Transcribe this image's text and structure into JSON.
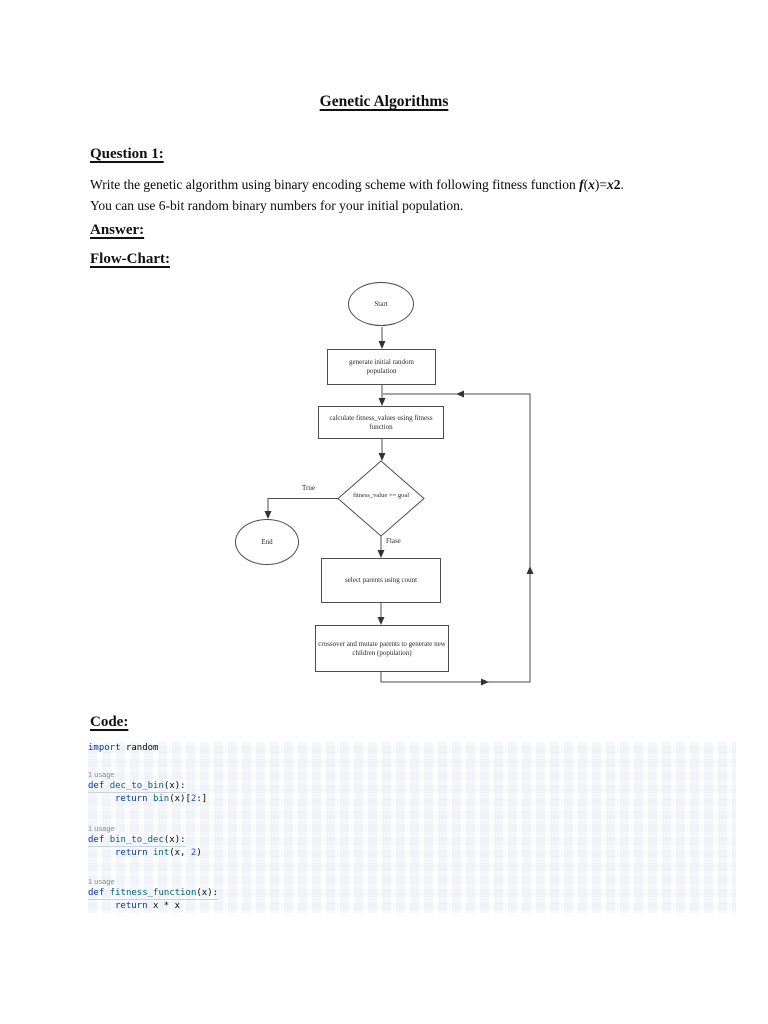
{
  "doc": {
    "title": "Genetic Algorithms",
    "question_heading": "Question 1:",
    "answer_heading": "Answer:",
    "flowchart_heading": "Flow-Chart:",
    "code_heading": "Code:",
    "question_line1_tokens": [
      {
        "t": "Write the genetic algorithm using binary encoding scheme with following fitness function ",
        "c": "plain"
      },
      {
        "t": "f",
        "c": "bi"
      },
      {
        "t": "(",
        "c": "plain"
      },
      {
        "t": "x",
        "c": "bi"
      },
      {
        "t": ")=",
        "c": "plain"
      },
      {
        "t": "x",
        "c": "bi"
      },
      {
        "t": "2",
        "c": "b"
      },
      {
        "t": ".",
        "c": "plain"
      }
    ],
    "question_line2": "You can use 6-bit random binary numbers for your initial population."
  },
  "flowchart": {
    "nodes": {
      "start": "Start",
      "generate": "generate initial random population",
      "calculate": "calculate fitness_values using fitness function",
      "decision": "fitness_value == goal",
      "end": "End",
      "select": "select parents using count",
      "crossover": "crossover and mutate parents to generate new children (population)"
    },
    "labels": {
      "true_branch": "True",
      "false_branch": "Flase"
    }
  },
  "code": {
    "lines": [
      {
        "type": "code",
        "tokens": [
          {
            "t": "import",
            "c": "kw"
          },
          {
            "t": " random",
            "c": "plain"
          }
        ]
      },
      {
        "type": "usage",
        "text": "1 usage"
      },
      {
        "type": "code",
        "tokens": [
          {
            "t": "def ",
            "c": "kw"
          },
          {
            "t": "dec_to_bin",
            "c": "def"
          },
          {
            "t": "(x):",
            "c": "plain"
          }
        ]
      },
      {
        "type": "code",
        "tokens": [
          {
            "t": "return ",
            "c": "kw"
          },
          {
            "t": "bin",
            "c": "builtin"
          },
          {
            "t": "(x)[",
            "c": "plain"
          },
          {
            "t": "2",
            "c": "num"
          },
          {
            "t": ":]",
            "c": "plain"
          }
        ]
      },
      {
        "type": "usage",
        "text": "1 usage"
      },
      {
        "type": "code",
        "tokens": [
          {
            "t": "def ",
            "c": "kw"
          },
          {
            "t": "bin_to_dec",
            "c": "def"
          },
          {
            "t": "(x):",
            "c": "plain"
          }
        ]
      },
      {
        "type": "code",
        "tokens": [
          {
            "t": "return ",
            "c": "kw"
          },
          {
            "t": "int",
            "c": "builtin"
          },
          {
            "t": "(x, ",
            "c": "plain"
          },
          {
            "t": "2",
            "c": "num"
          },
          {
            "t": ")",
            "c": "plain"
          }
        ]
      },
      {
        "type": "usage",
        "text": "1 usage"
      },
      {
        "type": "code",
        "tokens": [
          {
            "t": "def ",
            "c": "kw"
          },
          {
            "t": "fitness_function",
            "c": "def"
          },
          {
            "t": "(x):",
            "c": "plain"
          }
        ]
      },
      {
        "type": "code",
        "tokens": [
          {
            "t": "return ",
            "c": "kw"
          },
          {
            "t": "x * x",
            "c": "plain"
          }
        ]
      }
    ]
  },
  "colors": {
    "keyword": "#0033B3",
    "function_name": "#00627A",
    "number": "#1750EB",
    "usage_hint": "#8f8f8f",
    "flow_stroke": "#4d4d4d"
  }
}
